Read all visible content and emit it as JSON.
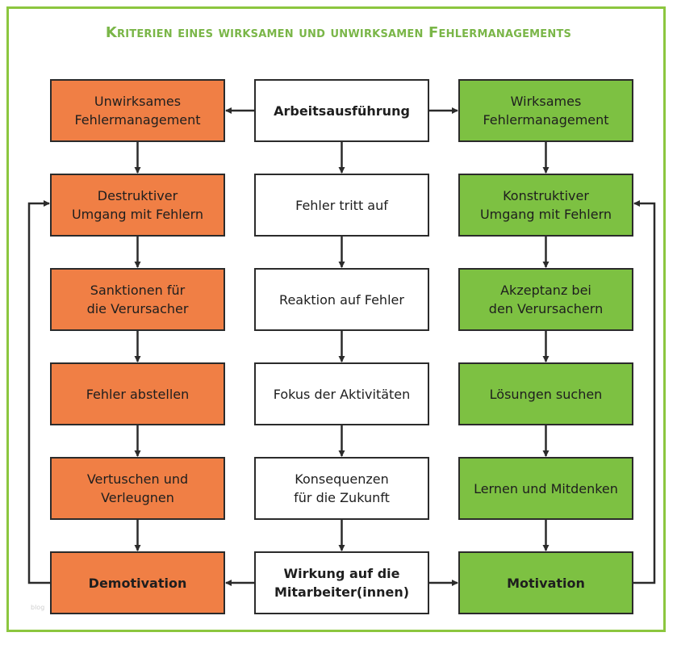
{
  "title": "Kriterien eines wirksamen und unwirksamen Fehlermanagements",
  "watermark": "blog",
  "columns": {
    "left": [
      "Unwirksames\nFehlermanagement",
      "Destruktiver\nUmgang mit Fehlern",
      "Sanktionen für\ndie Verursacher",
      "Fehler abstellen",
      "Vertuschen und Verleugnen",
      "Demotivation"
    ],
    "center": [
      "Arbeitsausführung",
      "Fehler tritt auf",
      "Reaktion auf Fehler",
      "Fokus der Aktivitäten",
      "Konsequenzen\nfür die Zukunft",
      "Wirkung auf die\nMitarbeiter(innen)"
    ],
    "right": [
      "Wirksames\nFehlermanagement",
      "Konstruktiver\nUmgang mit Fehlern",
      "Akzeptanz bei\nden Verursachern",
      "Lösungen suchen",
      "Lernen und Mitdenken",
      "Motivation"
    ]
  },
  "colors": {
    "border": "#8cc63f",
    "title": "#7ab648",
    "left": "#f07f45",
    "center": "#ffffff",
    "right": "#7dc142",
    "arrow": "#2b2b2b"
  }
}
